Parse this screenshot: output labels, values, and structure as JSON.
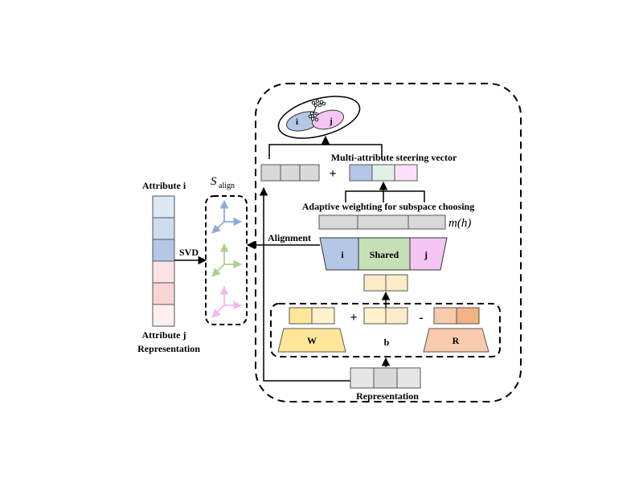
{
  "left_column": {
    "top_label": "Attribute i",
    "bottom_label": "Attribute j",
    "caption": "Representation",
    "cell_colors": [
      "#dde8f5",
      "#cddcef",
      "#b4c7e7",
      "#fbe3e3",
      "#f8d5d5",
      "#fdf0f0"
    ]
  },
  "svd_label": "SVD",
  "s_align": {
    "symbol": "S",
    "subscript": "align"
  },
  "alignment_label": "Alignment",
  "steering_label": "Multi-attribute steering vector",
  "plus_symbol": "+",
  "minus_symbol": "-",
  "adaptive_label": "Adaptive weighting for subspace choosing",
  "mh_label": "m(h)",
  "trapezoid": {
    "left": "i",
    "middle": "Shared",
    "right": "j"
  },
  "lower_block": {
    "w_label": "W",
    "b_label": "b",
    "r_label": "R"
  },
  "bottom_caption": "Representation",
  "ellipse": {
    "left": "i",
    "right": "j"
  },
  "colors": {
    "blue": "#b4c7e7",
    "green": "#c5e0b4",
    "pink": "#f5c6f5",
    "gray": "#d9d9d9",
    "yellow": "#ffe699",
    "cream": "#fdebc8",
    "orange": "#f8cbad",
    "axis_blue": "#8eaadb",
    "axis_green": "#a9d18e",
    "axis_pink": "#f2b8ee"
  }
}
